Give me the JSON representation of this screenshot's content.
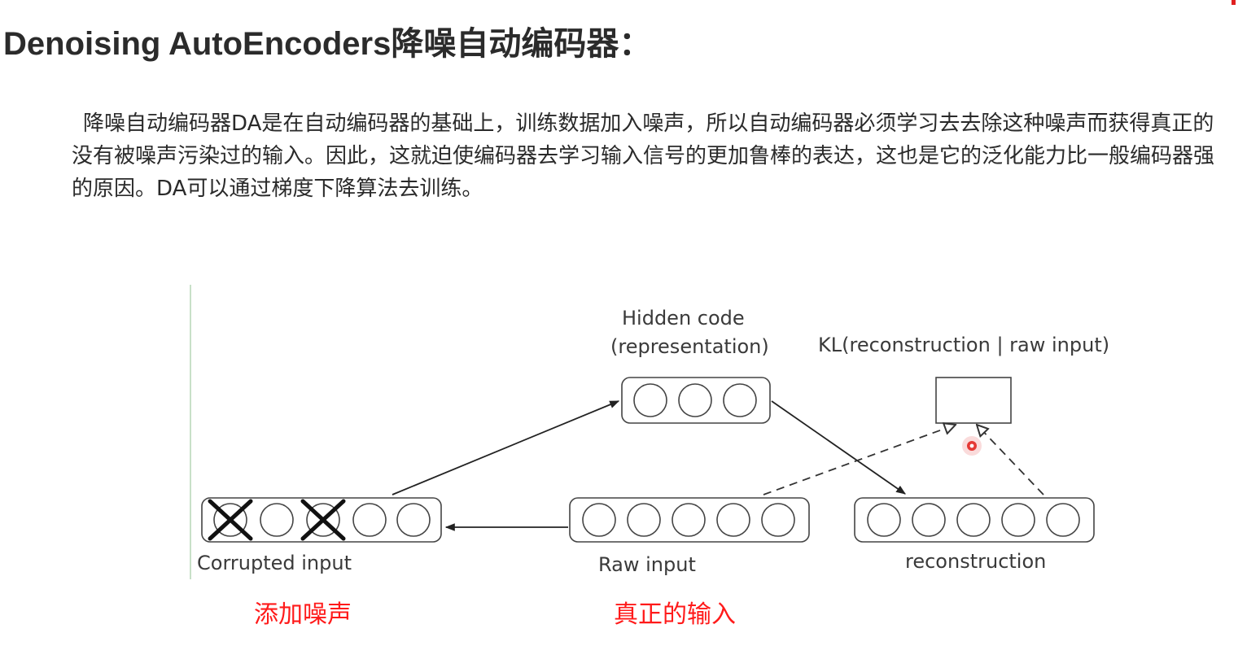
{
  "slide": {
    "title": "Denoising AutoEncoders降噪自动编码器：",
    "paragraph": "降噪自动编码器DA是在自动编码器的基础上，训练数据加入噪声，所以自动编码器必须学习去去除这种噪声而获得真正的没有被噪声污染过的输入。因此，这就迫使编码器去学习输入信号的更加鲁棒的表达，这也是它的泛化能力比一般编码器强的原因。DA可以通过梯度下降算法去训练。"
  },
  "diagram": {
    "hidden_code_label_line1": "Hidden code",
    "hidden_code_label_line2": "(representation)",
    "kl_label": "KL(reconstruction | raw input)",
    "corrupted_label": "Corrupted input",
    "raw_label": "Raw input",
    "reconstruction_label": "reconstruction",
    "hidden_units": 3,
    "corrupted_units": 5,
    "corrupted_crossed_units": [
      1,
      3
    ],
    "raw_units": 5,
    "reconstruction_units": 5
  },
  "captions": {
    "add_noise": "添加噪声",
    "true_input": "真正的输入"
  },
  "colors": {
    "caption": "#ff1a1a",
    "diagram_stroke": "#333333",
    "pointer": "#e53935"
  }
}
